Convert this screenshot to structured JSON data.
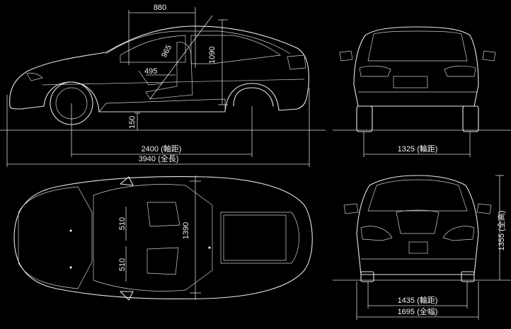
{
  "side_view": {
    "head_clearance": "880",
    "diag_legroom": "965",
    "height_interior": "1090",
    "seat_depth": "495",
    "ground_clearance": "150",
    "wheelbase": "2400 (軸距)",
    "overall_length": "3940 (全長)"
  },
  "rear_view": {
    "rear_track": "1325 (輪距)"
  },
  "top_view": {
    "seat_width_front": "510",
    "seat_width_rear": "510",
    "cabin_width": "1390"
  },
  "front_view": {
    "overall_height": "1355 (全高)",
    "front_track": "1435 (輪距)",
    "overall_width": "1695 (全幅)"
  }
}
